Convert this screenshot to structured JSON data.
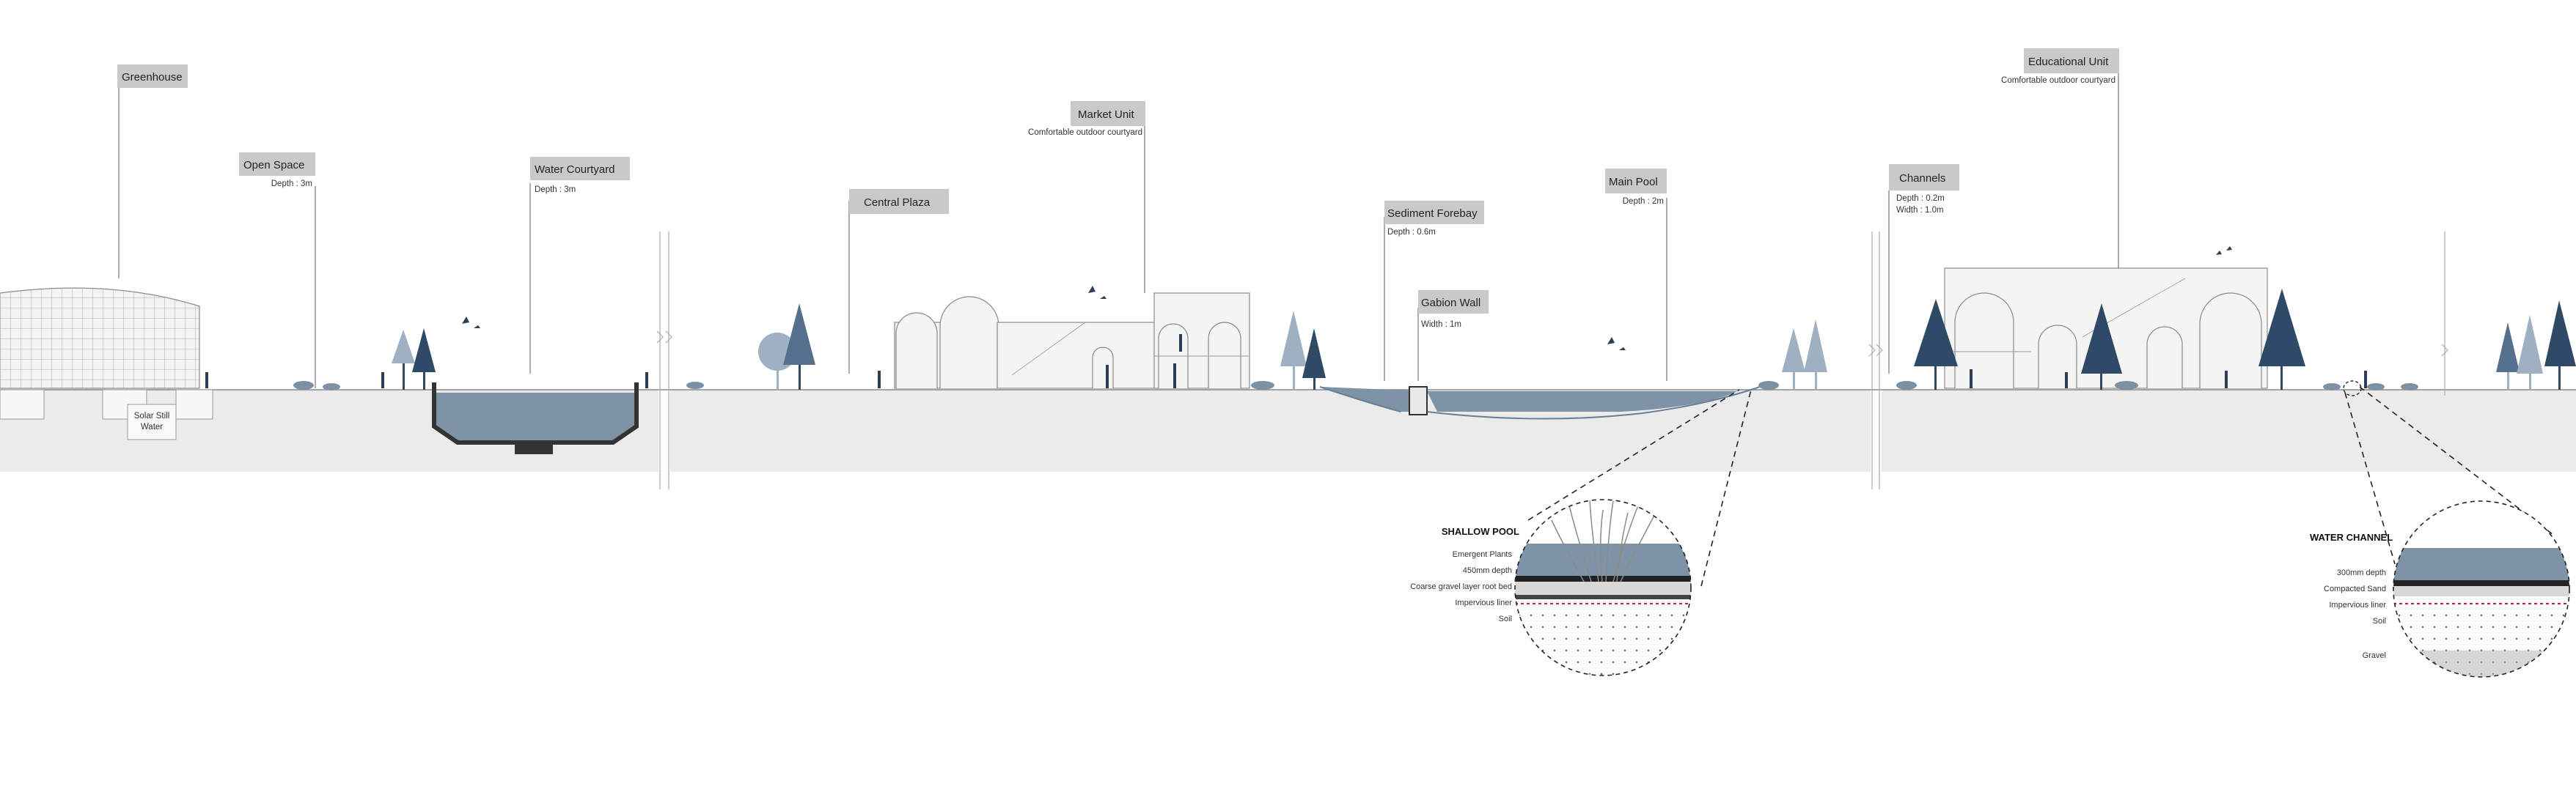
{
  "labels": {
    "greenhouse": {
      "title": "Greenhouse"
    },
    "open_space": {
      "title": "Open Space",
      "sub": "Depth : 3m"
    },
    "water_courtyard": {
      "title": "Water Courtyard",
      "sub": "Depth : 3m"
    },
    "central_plaza": {
      "title": "Central Plaza"
    },
    "market_unit": {
      "title": "Market Unit",
      "sub": "Comfortable outdoor courtyard"
    },
    "sediment_forebay": {
      "title": "Sediment Forebay",
      "sub": "Depth : 0.6m"
    },
    "gabion_wall": {
      "title": "Gabion Wall",
      "sub": "Width : 1m"
    },
    "main_pool": {
      "title": "Main Pool",
      "sub": "Depth : 2m"
    },
    "channels": {
      "title": "Channels",
      "sub1": "Depth : 0.2m",
      "sub2": "Width : 1.0m"
    },
    "educational_unit": {
      "title": "Educational Unit",
      "sub": "Comfortable outdoor courtyard"
    }
  },
  "solar_still": {
    "line1": "Solar Still",
    "line2": "Water"
  },
  "shallow_pool": {
    "title": "SHALLOW POOL",
    "layers": [
      "Emergent Plants",
      "450mm depth",
      "Coarse gravel layer root bed",
      "Impervious liner",
      "Soil"
    ]
  },
  "water_channel": {
    "title": "WATER CHANNEL",
    "layers": [
      "300mm depth",
      "Compacted Sand",
      "Impervious liner",
      "Soil",
      "Gravel"
    ]
  },
  "colors": {
    "water": "#7f93a6",
    "tree_dark": "#2f4a66",
    "tag": "#c9c9c9",
    "liner": "#c0262d"
  }
}
